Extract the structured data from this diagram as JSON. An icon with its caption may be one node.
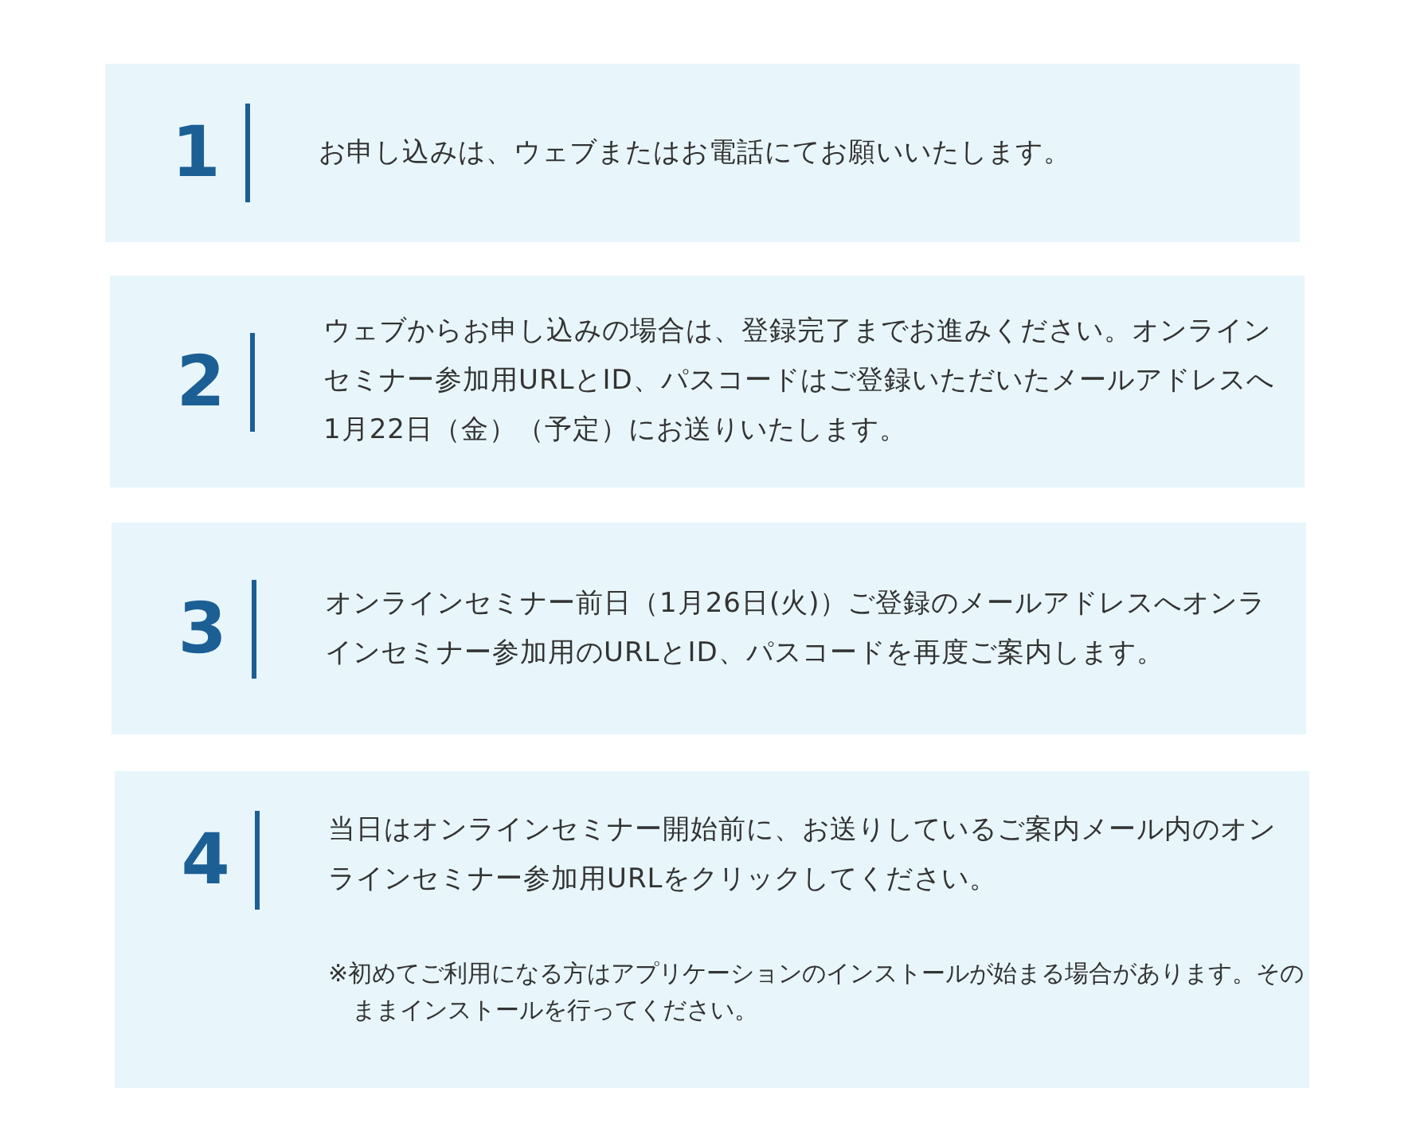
{
  "diagram": {
    "nodes": [
      {
        "text": [
          "1",
          "お申し込みは、ウェブまたはお電話にてお願いいたします。"
        ]
      },
      {
        "text": [
          "2",
          "ウェブからお申し込みの場合は、登録完了までお進みください。オンラインセミナー参加用URLとID、パスコードはご登録いただいたメールアドレスへ 1月22日（金）（予定）にお送りいたします。"
        ]
      },
      {
        "text": [
          "3",
          "オンラインセミナー前日（1月26日(火)）ご登録のメールアドレスへオンラインセミナー参加用のURLとID、パスコードを再度ご案内します。"
        ]
      },
      {
        "text": [
          "4",
          "当日はオンラインセミナー開始前に、お送りしているご案内メール内のオンラインセミナー参加用URLをクリックしてください。",
          "※初めてご利用になる方はアプリケーションのインストールが始まる場合があります。そのままインストールを行ってください。"
        ]
      }
    ]
  }
}
